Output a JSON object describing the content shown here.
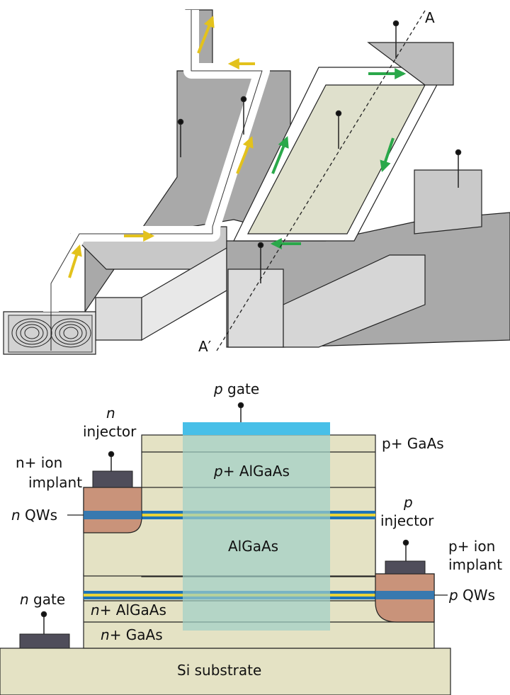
{
  "top_diagram": {
    "cut_label_top": "A",
    "cut_label_bottom": "A′"
  },
  "cross_section": {
    "p_gate": {
      "italic": "p",
      "text": " gate"
    },
    "p_plus_gaas": "p+ GaAs",
    "p_plus_algaas": {
      "italic": "p",
      "text": "+ AlGaAs"
    },
    "algaas": "AlGaAs",
    "n_plus_algaas": {
      "italic": "n",
      "text": "+ AlGaAs"
    },
    "n_plus_gaas": {
      "italic": "n",
      "text": "+ GaAs"
    },
    "si_substrate": "Si substrate",
    "n_injector": {
      "italic": "n",
      "text": "injector"
    },
    "n_ion_implant": {
      "line1": "n+ ion",
      "line2": "implant"
    },
    "n_qws": {
      "italic": "n",
      "text": " QWs"
    },
    "p_injector": {
      "italic": "p",
      "text": "injector"
    },
    "p_ion_implant": {
      "line1": "p+ ion",
      "line2": "implant"
    },
    "p_qws": {
      "italic": "p",
      "text": " QWs"
    },
    "n_gate": {
      "italic": "n",
      "text": " gate"
    }
  },
  "colors": {
    "layer_fill": "#e4e2c4",
    "gate_blue": "#47bfe8",
    "channel_teal": "#9fd0c8",
    "implant": "#c9937a",
    "contact": "#4f4d5a",
    "qw_blue": "#1e74b8",
    "qw_yellow": "#e8d43a",
    "arrow_yellow": "#e3c21c",
    "arrow_green": "#2aa84a",
    "surface_gray": "#cccccc",
    "wall_gray": "#9c9c9c"
  }
}
